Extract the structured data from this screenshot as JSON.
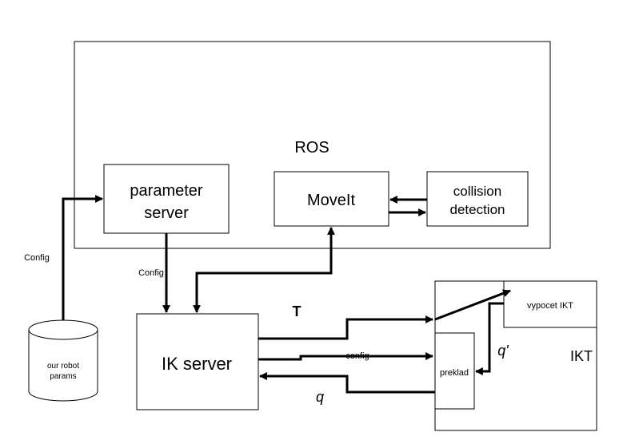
{
  "ros": {
    "label": "ROS"
  },
  "parameter_server": {
    "line1": "parameter",
    "line2": "server"
  },
  "moveit": {
    "label": "MoveIt"
  },
  "collision_detection": {
    "line1": "collision",
    "line2": "detection"
  },
  "ik_server": {
    "label": "IK server"
  },
  "robot_params": {
    "line1": "our robot",
    "line2": "params"
  },
  "ikt": {
    "label": "IKT"
  },
  "vypocet_ikt": {
    "label": "vypocet IKT"
  },
  "preklad": {
    "label": "preklad"
  },
  "edges": {
    "config_db_to_param": "Config",
    "config_param_to_ik": "Config",
    "ik_to_ikt_transform": "T",
    "ik_to_preklad_config": "config",
    "preklad_to_ik_joints": "q",
    "vypocet_to_preklad_joints": "q'"
  }
}
